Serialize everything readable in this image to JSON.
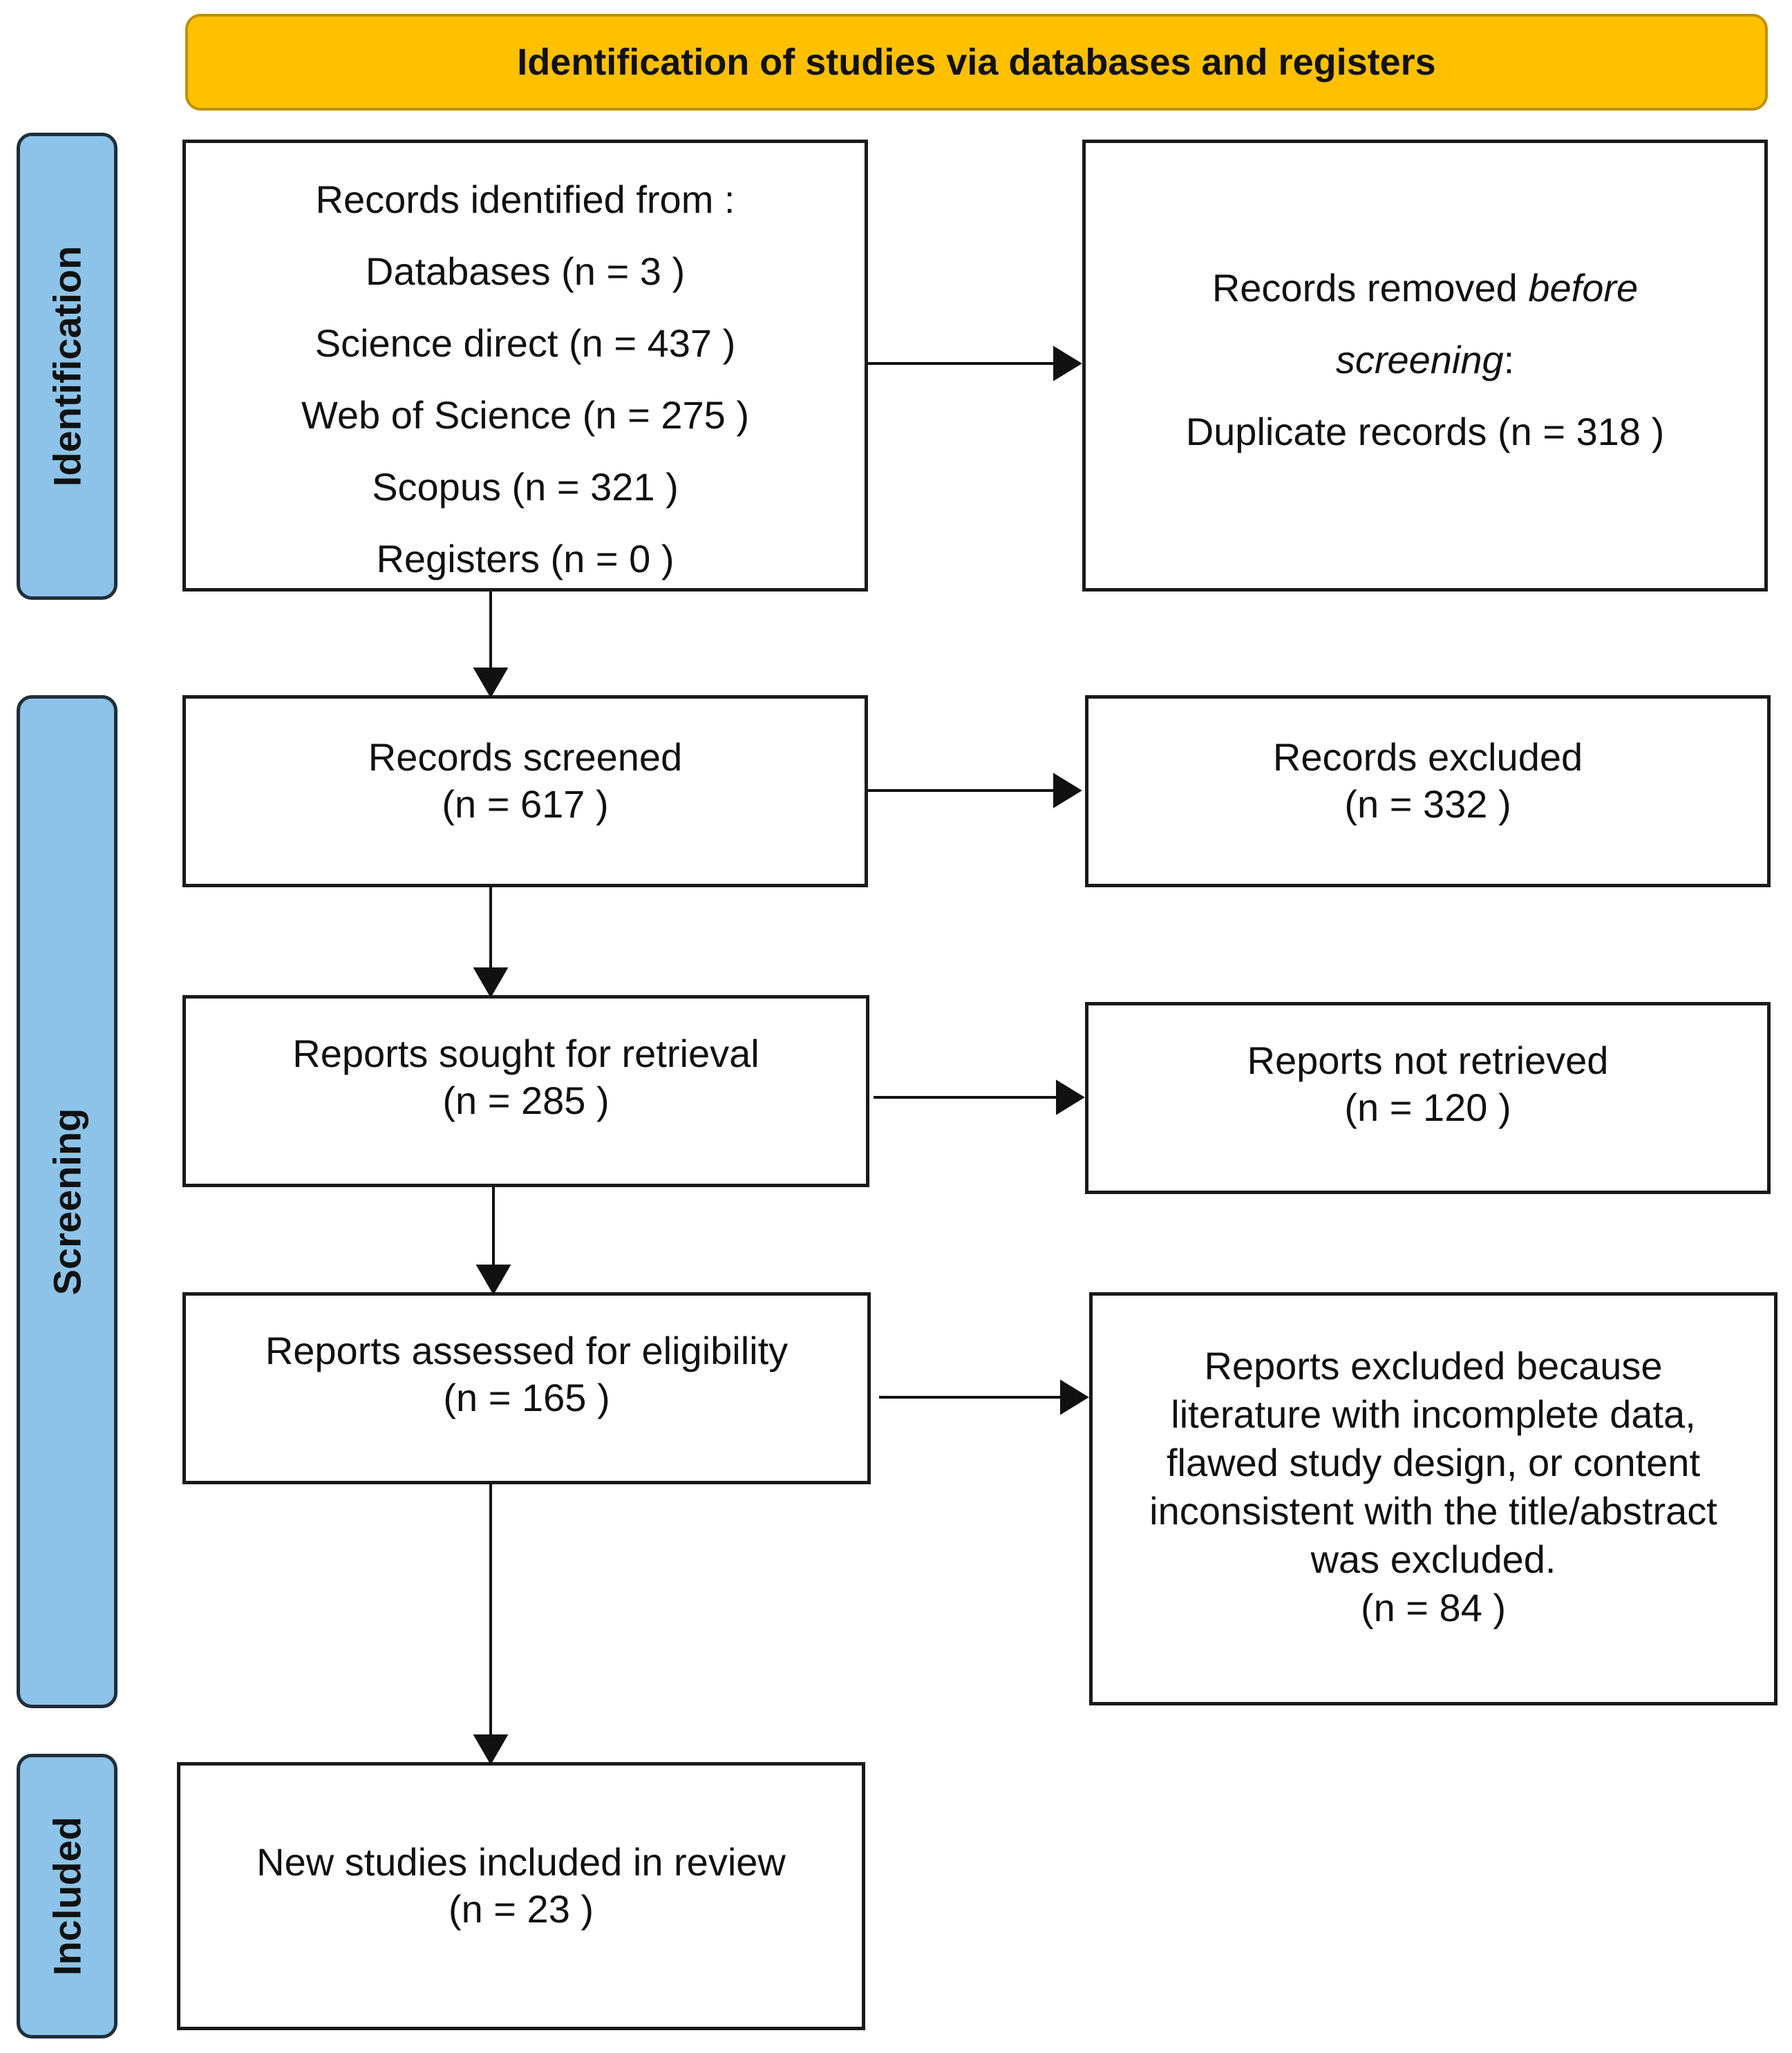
{
  "banner": {
    "title": "Identification of studies via databases and registers"
  },
  "phases": {
    "identification": "Identification",
    "screening": "Screening",
    "included": "Included"
  },
  "boxes": {
    "records_identified": {
      "heading": "Records identified from :",
      "lines": [
        "Databases (n = 3 )",
        "Science direct (n = 437 )",
        "Web of Science (n = 275 )",
        "Scopus (n = 321 )",
        "Registers (n = 0 )"
      ]
    },
    "records_removed": {
      "prefix": "Records removed ",
      "emph1": "before",
      "emph2": "screening",
      "colon": ":",
      "detail": "Duplicate records (n = 318 )"
    },
    "records_screened": {
      "label": "Records screened",
      "count": "(n = 617 )"
    },
    "records_excluded": {
      "label": "Records excluded",
      "count": "(n = 332 )"
    },
    "reports_sought": {
      "label": "Reports sought for retrieval",
      "count": "(n = 285 )"
    },
    "reports_not_retrieved": {
      "label": "Reports not retrieved",
      "count": "(n = 120 )"
    },
    "reports_assessed": {
      "label": "Reports assessed for eligibility",
      "count": "(n = 165 )"
    },
    "reports_excluded": {
      "lines": [
        "Reports excluded because",
        "literature with incomplete data,",
        "flawed study design, or content",
        "inconsistent with the title/abstract",
        "was excluded."
      ],
      "count": "(n = 84 )"
    },
    "studies_included": {
      "label": "New studies included in review",
      "count": "(n = 23 )"
    }
  }
}
